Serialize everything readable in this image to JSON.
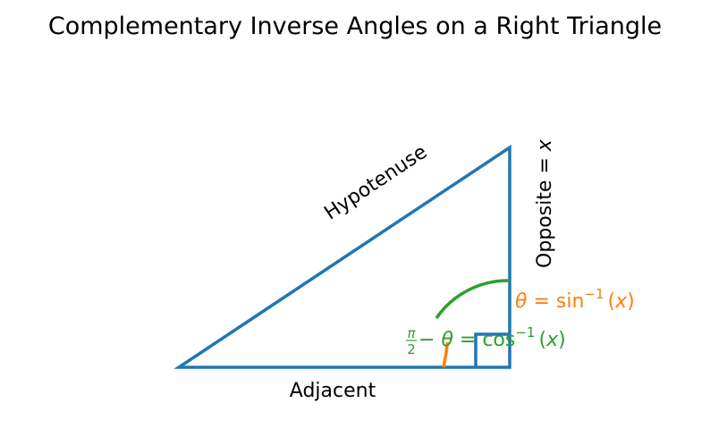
{
  "title": "Complementary Inverse Angles on a Right Triangle",
  "labels": {
    "hypotenuse": "Hypotenuse",
    "adjacent": "Adjacent",
    "opposite": "Opposite = ",
    "opposite_var": "x",
    "theta_label": {
      "lhs": "θ",
      "eq": " = sin",
      "sup": "−1",
      "arg_open": "(",
      "arg": "x",
      "arg_close": ")"
    },
    "complement_label": {
      "pi": "π",
      "two": "2",
      "minus": " − ",
      "theta": "θ",
      "eq": " = cos",
      "sup": "−1",
      "arg_open": "(",
      "arg": "x",
      "arg_close": ")"
    }
  },
  "colors": {
    "triangle": "#1f77b4",
    "theta": "#ff7f0e",
    "complement": "#2ca02c",
    "text": "#000000"
  }
}
